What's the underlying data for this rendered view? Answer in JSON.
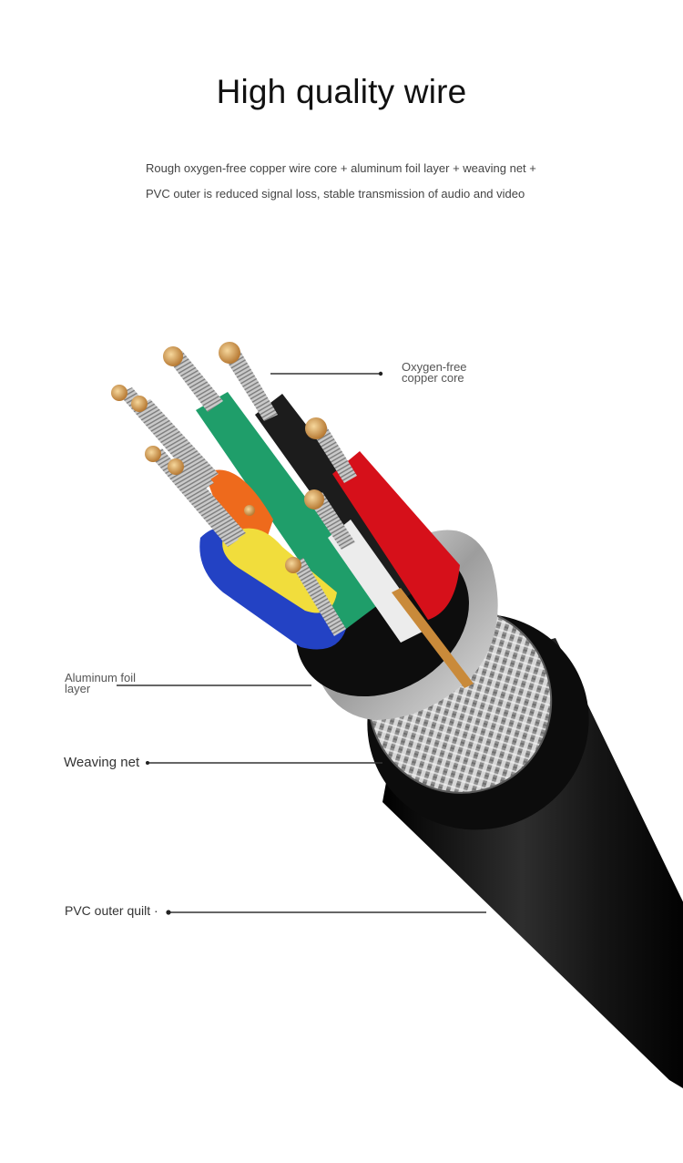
{
  "header": {
    "title": "High quality wire",
    "description_line1": "Rough oxygen-free copper wire core + aluminum foil layer + weaving net +",
    "description_line2": "PVC outer is reduced signal loss, stable transmission of audio and video"
  },
  "callouts": {
    "copper_core": {
      "line1": "Oxygen-free",
      "line2": "copper core"
    },
    "aluminum_foil": {
      "line1": "Aluminum foil",
      "line2": "layer"
    },
    "weaving_net": {
      "text": "Weaving net"
    },
    "pvc_outer": {
      "text": "PVC outer quilt ·"
    }
  },
  "colors": {
    "jacket": "#1a1a1a",
    "braid": "#b9b9b9",
    "foil": "#d4d4d4",
    "copper": "#d9a35a",
    "strand": "#bdbdbd",
    "wire_green": "#1f9e6a",
    "wire_black": "#1c1c1c",
    "wire_red": "#d6101a",
    "wire_white": "#ececec",
    "wire_orange": "#ee6a1c",
    "wire_yellow": "#f1dd3c",
    "wire_blue": "#2342c4"
  }
}
